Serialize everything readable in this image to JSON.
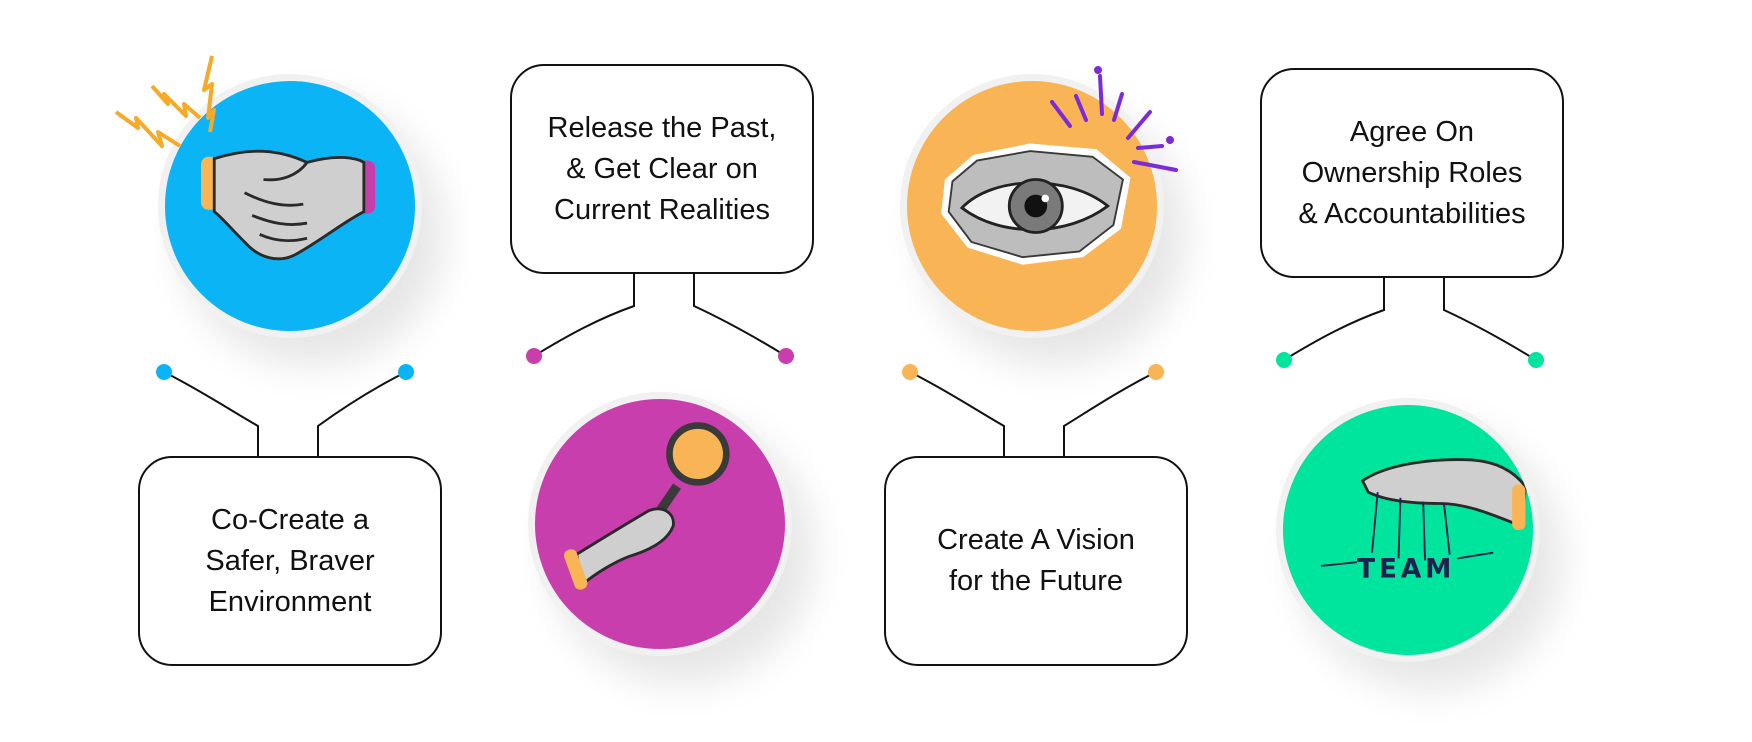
{
  "steps": [
    {
      "title_lines": [
        "Co-Create a",
        "Safer, Braver",
        "Environment"
      ],
      "accent": "#0bb5f5",
      "icon": "handshake-icon"
    },
    {
      "title_lines": [
        "Release the Past,",
        "& Get Clear on",
        "Current Realities"
      ],
      "accent": "#c93ead",
      "icon": "magnifying-glass-icon"
    },
    {
      "title_lines": [
        "Create A Vision",
        "for the Future"
      ],
      "accent": "#f8b455",
      "icon": "eye-icon"
    },
    {
      "title_lines": [
        "Agree On",
        "Ownership Roles",
        "& Accountabilities"
      ],
      "accent": "#00e59e",
      "icon": "puppet-hand-icon",
      "icon_text": "TEAM"
    }
  ],
  "decor_colors": {
    "lightning": "#f7a928",
    "sparkle": "#7b2bd9",
    "team_text": "#1d2250"
  }
}
